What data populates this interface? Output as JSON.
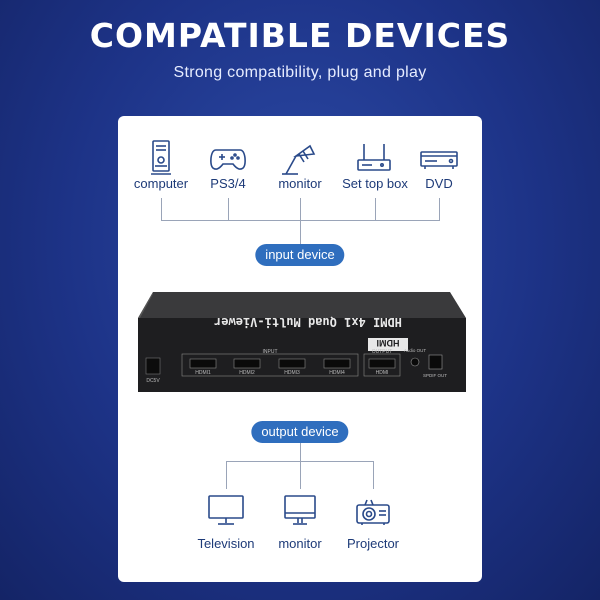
{
  "header": {
    "title": "COMPATIBLE DEVICES",
    "subtitle": "Strong compatibility, plug and play"
  },
  "inputs": [
    {
      "label": "computer",
      "icon": "computer-icon"
    },
    {
      "label": "PS3/4",
      "icon": "gamepad-icon"
    },
    {
      "label": "monitor",
      "icon": "satellite-dish-icon"
    },
    {
      "label": "Set top box",
      "icon": "set-top-box-icon"
    },
    {
      "label": "DVD",
      "icon": "dvd-icon"
    }
  ],
  "input_pill": "input device",
  "output_pill": "output device",
  "outputs": [
    {
      "label": "Television",
      "icon": "television-icon"
    },
    {
      "label": "monitor",
      "icon": "monitor-icon"
    },
    {
      "label": "Projector",
      "icon": "projector-icon"
    }
  ],
  "device": {
    "name": "HDMI 4x1 Quad Multi-Viewer",
    "brand": "HDMI",
    "input_group": "INPUT",
    "output_group": "OUTPUT",
    "ports": [
      "HDMI1",
      "HDMI2",
      "HDMI3",
      "HDMI4",
      "HDMI"
    ],
    "power": "DC5V",
    "audio": "Audio OUT",
    "spdif": "SPDIF OUT"
  },
  "colors": {
    "background": "#1d3387",
    "card": "#ffffff",
    "text": "#1d3a78",
    "pill": "#2f6ebe",
    "connector": "#9aa4b8"
  }
}
